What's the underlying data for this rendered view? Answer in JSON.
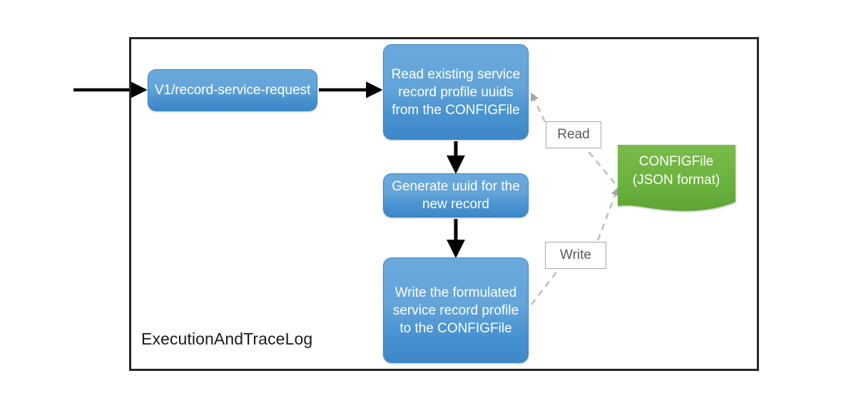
{
  "diagram": {
    "title": "ExecutionAndTraceLog service record flow",
    "container": {
      "label": "ExecutionAndTraceLog"
    },
    "nodes": [
      {
        "id": "entry",
        "name": "v1-record-service-request",
        "label": "V1/record-service-request",
        "shape": "rounded-rectangle",
        "fill": "#4a93d0"
      },
      {
        "id": "read",
        "name": "read-existing-profiles",
        "label": "Read existing service record profile uuids from the CONFIGFile",
        "shape": "rounded-rectangle",
        "fill": "#4a93d0"
      },
      {
        "id": "generate",
        "name": "generate-uuid",
        "label": "Generate uuid for the new record",
        "shape": "rounded-rectangle",
        "fill": "#4a93d0"
      },
      {
        "id": "write",
        "name": "write-formulated-profile",
        "label": "Write the formulated service record profile to the CONFIGFile",
        "shape": "rounded-rectangle",
        "fill": "#4a93d0"
      },
      {
        "id": "configfile",
        "name": "configfile-document",
        "label_line1": "CONFIGFile",
        "label_line2": "(JSON format)",
        "shape": "document",
        "fill": "#6cb33f"
      }
    ],
    "edges": [
      {
        "id": "in-entry",
        "name": "incoming-request-arrow",
        "from": "external",
        "to": "entry",
        "style": "solid",
        "color": "#000000",
        "label": ""
      },
      {
        "id": "entry-read",
        "name": "entry-to-read-arrow",
        "from": "entry",
        "to": "read",
        "style": "solid",
        "color": "#000000",
        "label": ""
      },
      {
        "id": "read-generate",
        "name": "read-to-generate-arrow",
        "from": "read",
        "to": "generate",
        "style": "solid",
        "color": "#000000",
        "label": ""
      },
      {
        "id": "generate-write",
        "name": "generate-to-write-arrow",
        "from": "generate",
        "to": "write",
        "style": "solid",
        "color": "#000000",
        "label": ""
      },
      {
        "id": "read-edge",
        "name": "read-dashed-arrow",
        "from": "configfile",
        "to": "read",
        "style": "dashed",
        "color": "#bfbfbf",
        "label": "Read"
      },
      {
        "id": "write-edge",
        "name": "write-dashed-arrow",
        "from": "write",
        "to": "configfile",
        "style": "dashed",
        "color": "#bfbfbf",
        "label": "Write"
      }
    ],
    "colors": {
      "process_fill_top": "#6aa9dc",
      "process_fill_bottom": "#3d87c9",
      "document_fill": "#6cb33f",
      "border_dark": "#262626",
      "dashed_gray": "#bfbfbf",
      "label_text": "#5a5a5a",
      "process_text": "#ffffff"
    }
  }
}
